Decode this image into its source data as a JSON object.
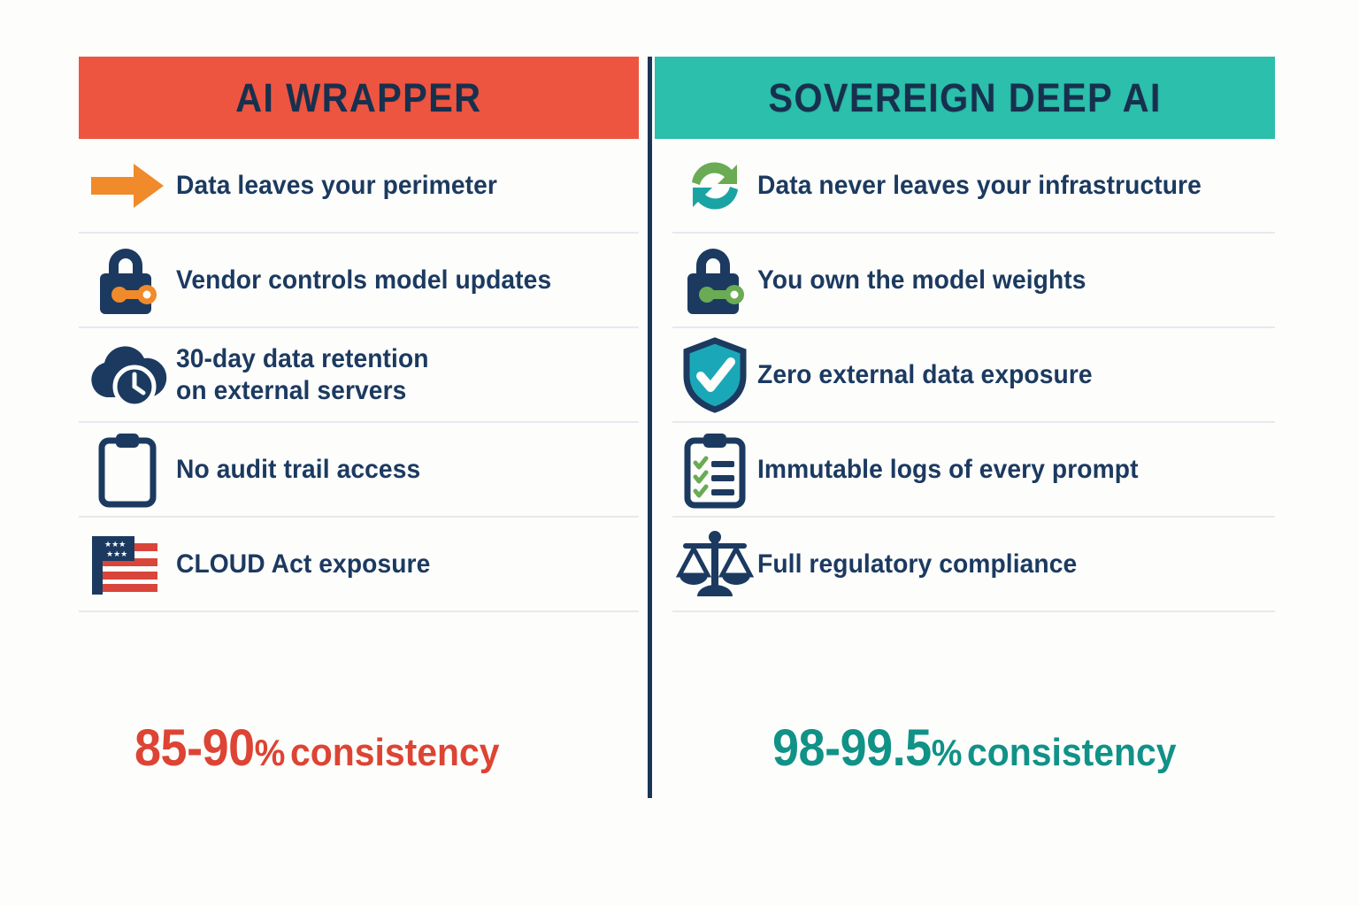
{
  "colors": {
    "wrapper_header_bg": "#ee5540",
    "sovereign_header_bg": "#2bbfac",
    "header_text": "#17304e",
    "body_text": "#1c3a60",
    "divider": "#1b3555",
    "row_rule": "#e7e9ee",
    "stat_left": "#dd4433",
    "stat_right": "#109287",
    "accent_orange": "#f08a2b",
    "accent_green": "#6aab54",
    "accent_teal": "#1aa3a3",
    "flag_red": "#d9453a",
    "background": "#fdfdfc"
  },
  "left_column": {
    "header": "AI WRAPPER",
    "rows": [
      {
        "icon": "arrow-right-icon",
        "label_line1": "Data leaves your perimeter",
        "label_line2": ""
      },
      {
        "icon": "lock-key-icon",
        "label_line1": "Vendor controls model updates",
        "label_line2": ""
      },
      {
        "icon": "cloud-clock-icon",
        "label_line1": "30-day data retention",
        "label_line2": "on external servers"
      },
      {
        "icon": "clipboard-empty-icon",
        "label_line1": "No audit trail access",
        "label_line2": ""
      },
      {
        "icon": "us-flag-icon",
        "label_line1": "CLOUD Act exposure",
        "label_line2": ""
      }
    ],
    "stat": {
      "number": "85-90",
      "percent": "%",
      "word": "consistency"
    }
  },
  "right_column": {
    "header": "SOVEREIGN DEEP AI",
    "rows": [
      {
        "icon": "refresh-cycle-icon",
        "label_line1": "Data never leaves your infrastructure",
        "label_line2": ""
      },
      {
        "icon": "lock-key-green-icon",
        "label_line1": "You own the model weights",
        "label_line2": ""
      },
      {
        "icon": "shield-check-icon",
        "label_line1": "Zero external data exposure",
        "label_line2": ""
      },
      {
        "icon": "clipboard-checklist-icon",
        "label_line1": "Immutable logs of every prompt",
        "label_line2": ""
      },
      {
        "icon": "scales-justice-icon",
        "label_line1": "Full regulatory compliance",
        "label_line2": ""
      }
    ],
    "stat": {
      "number": "98-99.5",
      "percent": "%",
      "word": "consistency"
    }
  }
}
